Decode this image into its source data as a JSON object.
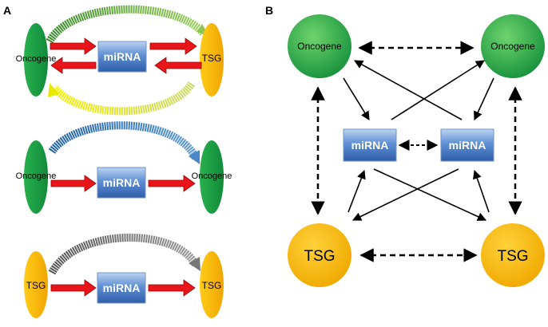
{
  "panelA": {
    "letter": "A",
    "row1": {
      "left": "Oncogene",
      "mid": "miRNA",
      "right": "TSG"
    },
    "row2": {
      "left": "Oncogene",
      "mid": "miRNA",
      "right": "Oncogene"
    },
    "row3": {
      "left": "TSG",
      "mid": "miRNA",
      "right": "TSG"
    }
  },
  "panelB": {
    "letter": "B",
    "topLeft": "Oncogene",
    "topRight": "Oncogene",
    "midLeft": "miRNA",
    "midRight": "miRNA",
    "bottomLeft": "TSG",
    "bottomRight": "TSG"
  },
  "colors": {
    "oncogene": "#1aa64a",
    "tsg": "#f5b800",
    "mirna_box": "#4a7fc8",
    "red_arrow": "#e8161a",
    "black": "#000000"
  }
}
